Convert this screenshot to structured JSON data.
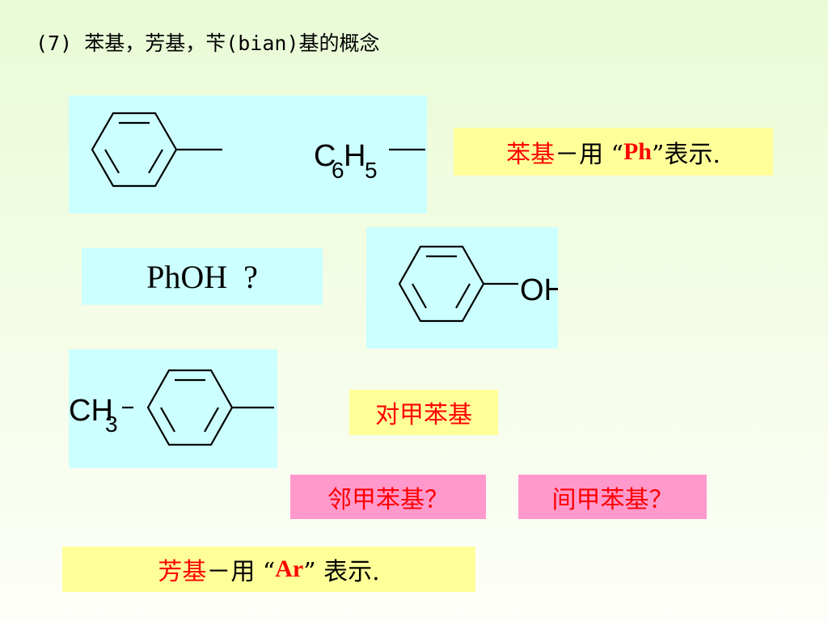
{
  "title": "(7) 苯基，芳基，苄(bian)基的概念",
  "phenyl": {
    "formula_main1": "C",
    "formula_sub1": "6",
    "formula_main2": "H",
    "formula_sub2": "5",
    "note_red": "苯基",
    "note_mid": "－用 “",
    "note_code": "Ph",
    "note_end": "”表示."
  },
  "phoh": {
    "question": "PhOH  ?",
    "substituent": "OH"
  },
  "tolyl": {
    "ch_main": "CH",
    "ch_sub": "3",
    "para_label": "对甲苯基",
    "ortho_label": "邻甲苯基？",
    "meta_label": "间甲苯基？"
  },
  "aryl": {
    "note_red": "芳基",
    "note_mid": "－用 “",
    "note_code": "Ar",
    "note_end": "” 表示."
  },
  "colors": {
    "box_cyan": "#ccffff",
    "box_yellow": "#ffff99",
    "box_pink": "#ff99cc",
    "accent_red": "#ff0000"
  }
}
